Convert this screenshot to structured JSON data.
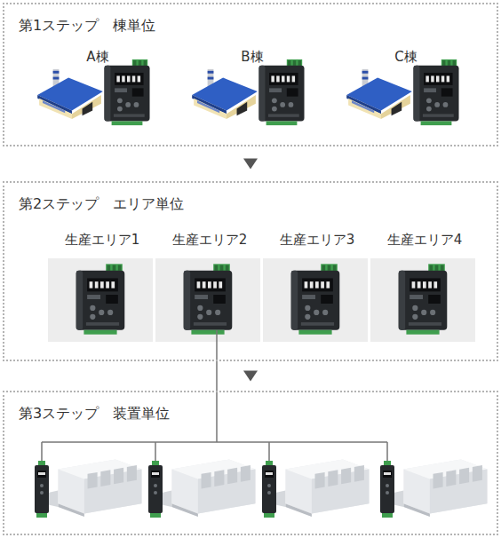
{
  "diagram": {
    "nodes": [
      {
        "text": [
          "第1ステップ　棟単位"
        ]
      },
      {
        "text": [
          "A棟"
        ],
        "in": 0
      },
      {
        "text": [
          "B棟"
        ],
        "in": 0
      },
      {
        "text": [
          "C棟"
        ],
        "in": 0
      },
      {
        "text": [
          "第2ステップ　エリア単位"
        ]
      },
      {
        "text": [
          "生産エリア1"
        ],
        "in": 4
      },
      {
        "text": [
          "生産エリア2"
        ],
        "in": 4
      },
      {
        "text": [
          "生産エリア3"
        ],
        "in": 4
      },
      {
        "text": [
          "生産エリア4"
        ],
        "in": 4
      },
      {
        "text": [
          "第3ステップ　装置単位"
        ]
      }
    ],
    "edges": [
      {
        "from": 0,
        "to": 4,
        "arrow": "to"
      },
      {
        "from": 4,
        "to": 9,
        "arrow": "to"
      }
    ]
  }
}
